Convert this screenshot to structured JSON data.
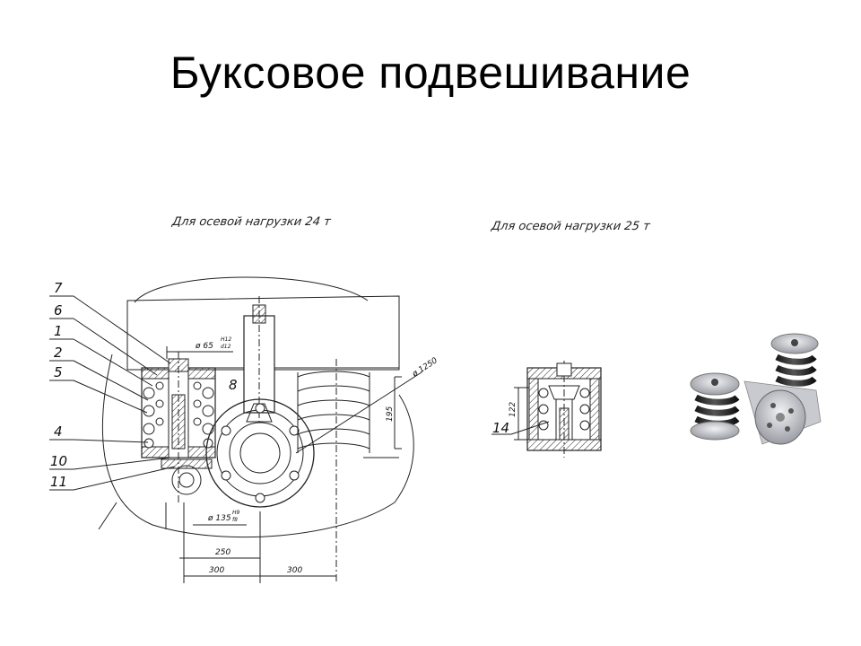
{
  "slide": {
    "title": "Буксовое подвешивание"
  },
  "drawing_left": {
    "caption": "Для осевой нагрузки 24 т",
    "part_numbers": [
      "7",
      "6",
      "1",
      "2",
      "5",
      "4",
      "10",
      "11"
    ],
    "part_8": "8",
    "dim_d65": "ø 65",
    "dim_d65_tol_top": "H12",
    "dim_d65_tol_bottom": "d12",
    "dim_d1250": "ø 1250",
    "dim_195": "195",
    "dim_d135": "ø 135",
    "dim_d135_tol_top": "H9",
    "dim_d135_tol_bottom": "f8",
    "dim_250": "250",
    "dim_300_left": "300",
    "dim_300_right": "300"
  },
  "drawing_right": {
    "caption": "Для осевой нагрузки 25 т",
    "dim_122": "122",
    "part_14": "14"
  },
  "render_3d": {
    "icon": "spring-suspension-3d-icon"
  }
}
